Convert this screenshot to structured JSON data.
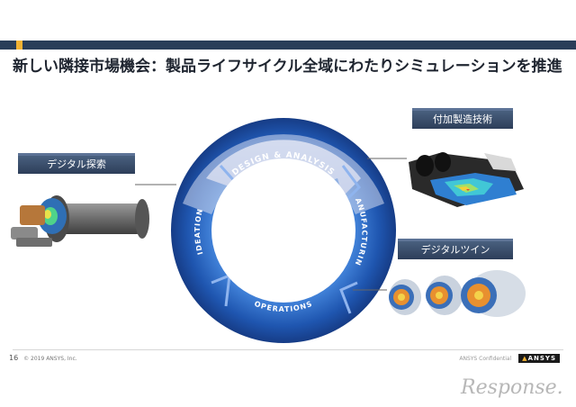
{
  "slide": {
    "title": "新しい隣接市場機会：製品ライフサイクル全域にわたりシミュレーションを推進"
  },
  "lifecycle": {
    "segments": [
      "DESIGN & ANALYSIS",
      "MANUFACTURING",
      "OPERATIONS",
      "IDEATION"
    ]
  },
  "panels": {
    "digital_exploration": "デジタル探索",
    "additive_manufacturing": "付加製造技術",
    "digital_twin": "デジタルツイン"
  },
  "footer": {
    "page_number": "16",
    "copyright": "© 2019 ANSYS, Inc.",
    "right_text": "ANSYS Confidential",
    "logo": "ANSYS"
  },
  "watermark": "Response."
}
